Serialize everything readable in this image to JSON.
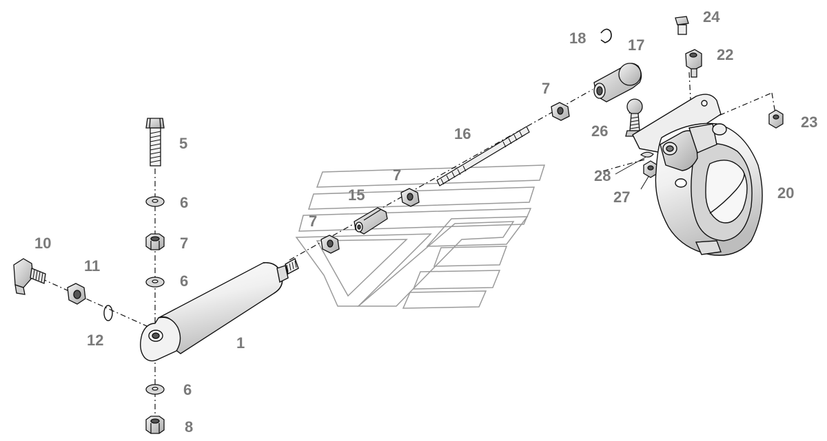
{
  "callouts": {
    "c1": "1",
    "c5": "5",
    "c6a": "6",
    "c6b": "6",
    "c6c": "6",
    "c7a": "7",
    "c7b": "7",
    "c7c": "7",
    "c7d": "7",
    "c8": "8",
    "c10": "10",
    "c11": "11",
    "c12": "12",
    "c15": "15",
    "c16": "16",
    "c17": "17",
    "c18": "18",
    "c20": "20",
    "c22": "22",
    "c23": "23",
    "c24": "24",
    "c26": "26",
    "c27": "27",
    "c28": "28"
  },
  "colors": {
    "line": "#111111",
    "callout": "#7a7a7a",
    "watermark": "#9a9a9a"
  }
}
